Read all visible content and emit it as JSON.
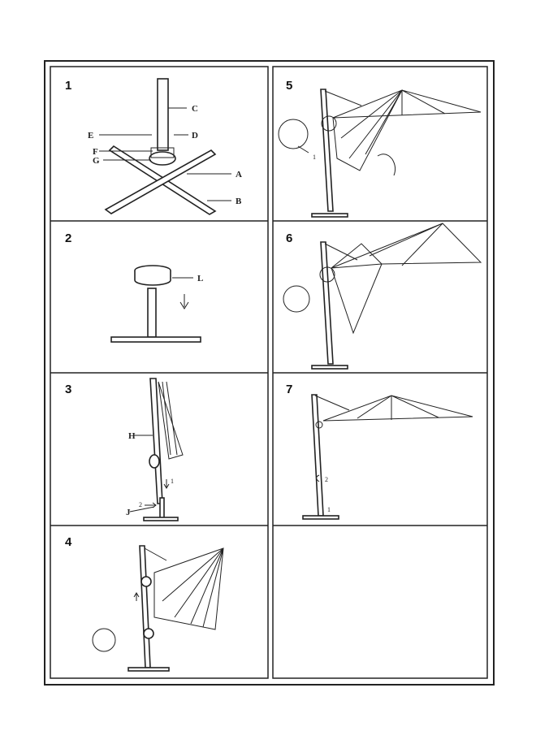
{
  "steps": [
    {
      "number": "1",
      "labels": {
        "A": "A",
        "B": "B",
        "C": "C",
        "D": "D",
        "E": "E",
        "F": "F",
        "G": "G"
      }
    },
    {
      "number": "2",
      "labels": {
        "L": "L"
      }
    },
    {
      "number": "3",
      "labels": {
        "H": "H",
        "J": "J",
        "n1": "1",
        "n2": "2"
      }
    },
    {
      "number": "4"
    },
    {
      "number": "5",
      "labels": {
        "n1": "1"
      }
    },
    {
      "number": "6"
    },
    {
      "number": "7",
      "labels": {
        "n1": "1",
        "n2": "2"
      }
    }
  ]
}
